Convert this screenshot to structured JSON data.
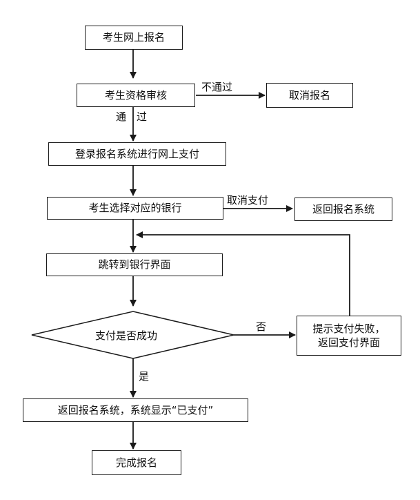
{
  "nodes": {
    "register_online": "考生网上报名",
    "qualification_review": "考生资格审核",
    "cancel_registration": "取消报名",
    "login_pay": "登录报名系统进行网上支付",
    "select_bank": "考生选择对应的银行",
    "return_system": "返回报名系统",
    "jump_bank": "跳转到银行界面",
    "payment_success": "支付是否成功",
    "payment_failed": [
      "提示支付失败，",
      "返回支付界面"
    ],
    "return_paid": "返回报名系统，系统显示“已支付”",
    "complete": "完成报名"
  },
  "edge_labels": {
    "not_passed": "不通过",
    "passed": "通　过",
    "cancel_payment": "取消支付",
    "no": "否",
    "yes": "是"
  },
  "colors": {
    "line": "#1a1a1a",
    "text": "#111111",
    "background": "#ffffff"
  }
}
